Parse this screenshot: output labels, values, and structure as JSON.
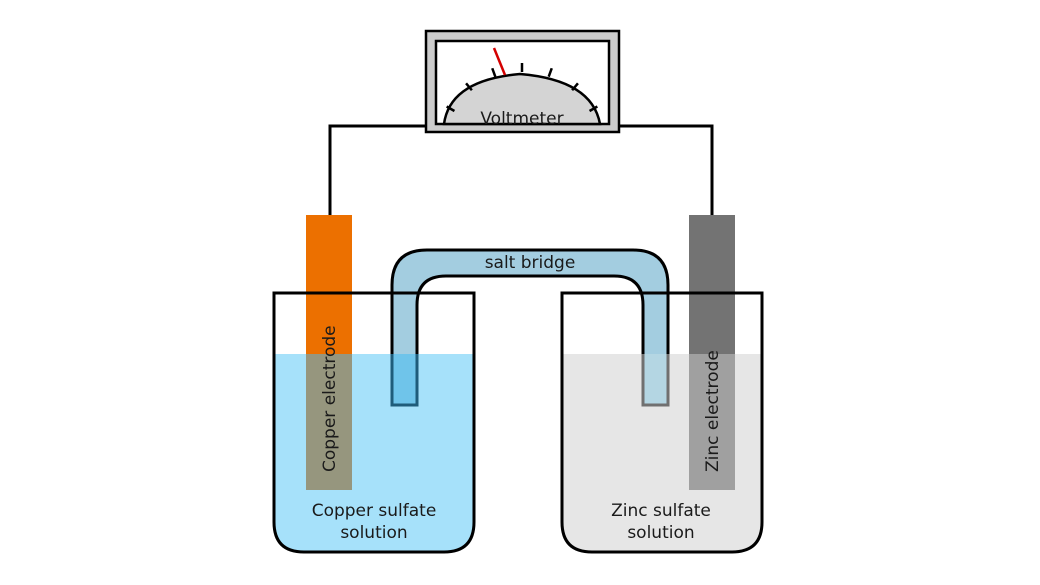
{
  "title": "Galvanic cell diagram",
  "voltmeter": {
    "label": "Voltmeter",
    "needle_color": "#d40000",
    "tick_count": 7
  },
  "salt_bridge": {
    "label": "salt bridge",
    "color": "#a3cde0"
  },
  "left_cell": {
    "electrode_label": "Copper electrode",
    "electrode_color": "#ec7000",
    "solution_line1": "Copper sulfate",
    "solution_line2": "solution",
    "solution_color": "#a6e1fa"
  },
  "right_cell": {
    "electrode_label": "Zinc electrode",
    "electrode_color": "#737373",
    "solution_line1": "Zinc sulfate",
    "solution_line2": "solution",
    "solution_color": "#e6e6e6"
  }
}
